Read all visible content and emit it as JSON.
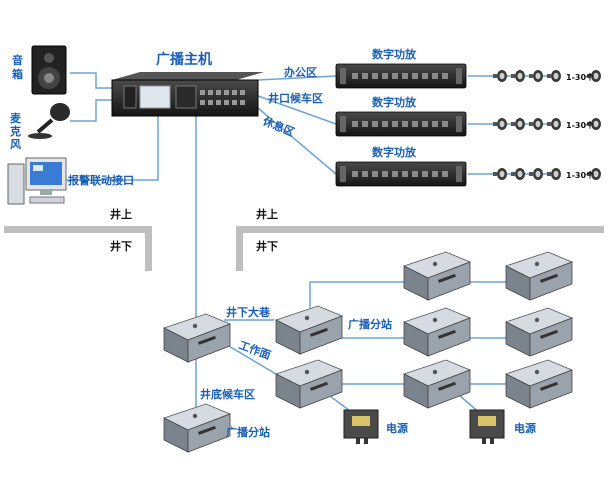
{
  "labels": {
    "speaker": "音\n箱",
    "microphone": "麦\n克\n风",
    "host": "广播主机",
    "alarm_interface": "报警联动接口",
    "office_zone": "办公区",
    "wellhead_waiting_zone": "井口候车区",
    "rest_zone": "休息区",
    "amplifier": "数字功放",
    "above_ground_left": "井上",
    "below_ground_left": "井下",
    "above_ground_right": "井上",
    "below_ground_right": "井下",
    "main_roadway": "井下大巷",
    "work_face": "工作面",
    "shaft_bottom_zone": "井底候车区",
    "substation_bottom": "广播分站",
    "substation_middle": "广播分站",
    "power_1": "电源",
    "power_2": "电源",
    "speaker_count": "1-30个"
  },
  "colors": {
    "label": "#1a5fb4",
    "wire": "#6fa3d6",
    "ground": "#bfbfbf",
    "device_dark": "#2b2b2b"
  },
  "icons": {
    "speaker": "loudspeaker-icon",
    "microphone": "microphone-icon",
    "computer": "desktop-computer-icon",
    "host": "broadcast-host-rack-icon",
    "amplifier": "digital-amplifier-rack-icon",
    "horn": "horn-speaker-icon",
    "substation": "explosion-proof-box-icon",
    "power": "power-supply-box-icon"
  }
}
